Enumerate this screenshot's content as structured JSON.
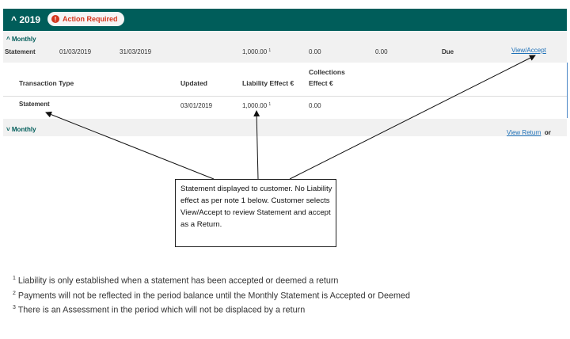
{
  "header": {
    "year_label": "^ 2019",
    "badge_icon": "!",
    "badge_label": "Action Required"
  },
  "period": {
    "toggle_label": "^ Monthly",
    "row": {
      "type": "Statement",
      "start": "01/03/2019",
      "end": "31/03/2019",
      "liability": "1,000.00",
      "liability_note": "1",
      "collections": "0.00",
      "balance": "0.00",
      "status": "Due",
      "action": "View/Accept"
    }
  },
  "transactions": {
    "headers": {
      "type": "Transaction Type",
      "updated": "Updated",
      "liability": "Liability Effect €",
      "collections_line1": "Collections",
      "collections_line2": "Effect €"
    },
    "row": {
      "type": "Statement",
      "updated": "03/01/2019",
      "liability": "1,000.00",
      "liability_note": "1",
      "collections": "0.00"
    }
  },
  "next_period": {
    "toggle_label": "˅ Monthly",
    "link": "View Return",
    "trailing": "or"
  },
  "callout": {
    "text": "Statement displayed to customer. No Liability effect as per note 1 below. Customer selects View/Accept to review Statement and accept as a Return."
  },
  "notes": [
    {
      "mark": "1",
      "text": " Liability is only established when a statement has been accepted or deemed a return"
    },
    {
      "mark": "2",
      "text": " Payments will not be reflected in the period balance until the Monthly Statement is Accepted or Deemed"
    },
    {
      "mark": "3",
      "text": " There is an Assessment in the period which will not be displaced by a return"
    }
  ],
  "colors": {
    "header_bg": "#005d5a",
    "badge_red": "#d4351c",
    "link_blue": "#1d70b8"
  }
}
